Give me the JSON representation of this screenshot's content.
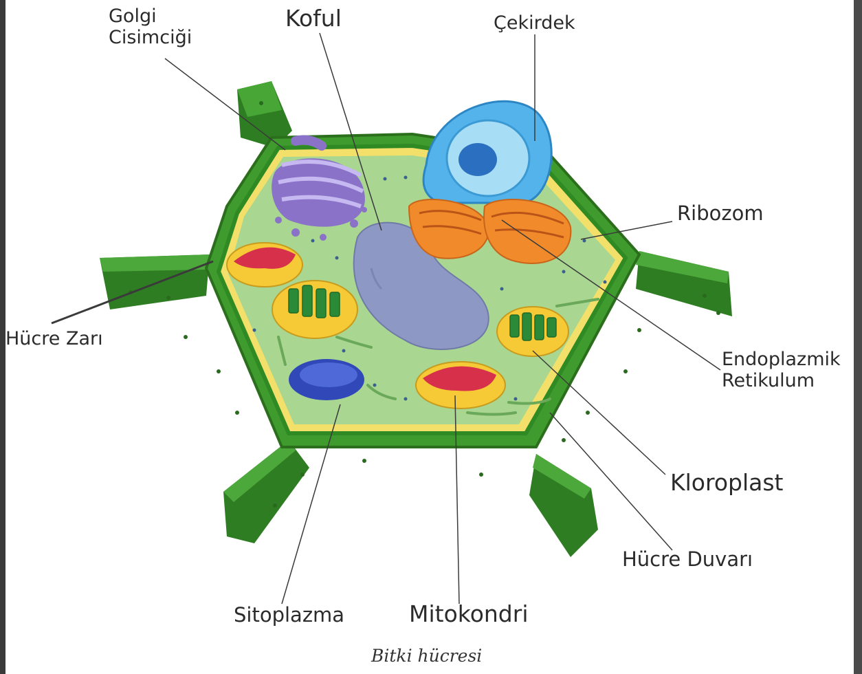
{
  "labels": {
    "golgi": "Golgi\nCisimciği",
    "koful": "Koful",
    "cekirdek": "Çekirdek",
    "ribozom": "Ribozom",
    "hucre_zari": "Hücre Zarı",
    "endoplazmik": "Endoplazmik\nRetikulum",
    "kloroplast": "Kloroplast",
    "hucre_duvari": "Hücre Duvarı",
    "sitoplazma": "Sitoplazma",
    "mitokondri": "Mitokondri"
  },
  "caption": "Bitki hücresi",
  "colors": {
    "wall": "#3f9b2e",
    "wall_dark": "#2f7d22",
    "membrane": "#f3e06a",
    "cytoplasm": "#a9d690",
    "vacuole": "#8d99c4",
    "golgi": "#9b86d6",
    "nucleus": "#53b3ea",
    "er": "#f08a2a",
    "mito_outer": "#f6c936",
    "mito_inner": "#d6304b",
    "chloro": "#2b8a37"
  }
}
